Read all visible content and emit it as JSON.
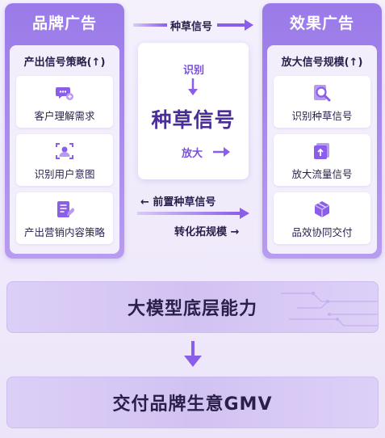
{
  "brand_panel": {
    "title": "品牌广告",
    "subtitle": "产出信号策略(↑)",
    "cards": [
      {
        "label": "客户理解需求",
        "icon": "chat-bubble-icon"
      },
      {
        "label": "识别用户意图",
        "icon": "user-scan-icon"
      },
      {
        "label": "产出营销内容策略",
        "icon": "document-edit-icon"
      }
    ]
  },
  "effect_panel": {
    "title": "效果广告",
    "subtitle": "放大信号规模(↑)",
    "cards": [
      {
        "label": "识别种草信号",
        "icon": "magnifier-icon"
      },
      {
        "label": "放大流量信号",
        "icon": "upload-box-icon"
      },
      {
        "label": "品效协同交付",
        "icon": "package-icon"
      }
    ]
  },
  "top_connector": {
    "label": "种草信号"
  },
  "center": {
    "identify_label": "识别",
    "main_label": "种草信号",
    "amplify_label": "放大"
  },
  "lower_connectors": {
    "front_label": "← 前置种草信号",
    "convert_label": "转化拓规模 →"
  },
  "foundation_bar": {
    "label": "大模型底层能力"
  },
  "result_bar": {
    "label": "交付品牌生意GMV"
  },
  "colors": {
    "accent": "#7a4fe0",
    "panel": "#9a7ae8",
    "text": "#2a1f4a"
  }
}
